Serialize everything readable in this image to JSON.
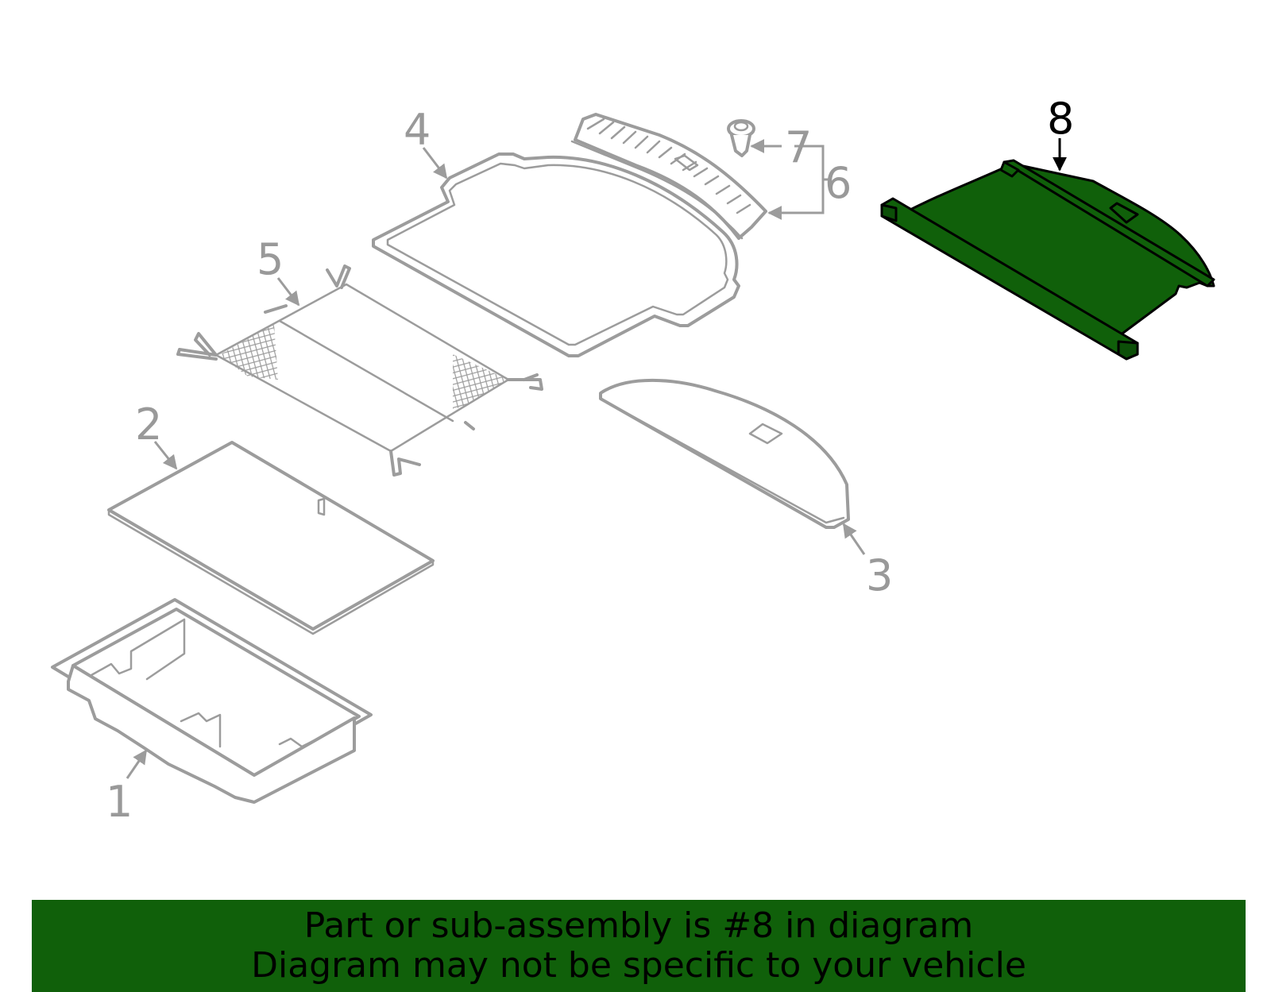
{
  "diagram": {
    "highlight_color": "#10600a",
    "part_line_color": "#9c9c9c",
    "callouts": {
      "c1": "1",
      "c2": "2",
      "c3": "3",
      "c4": "4",
      "c5": "5",
      "c6": "6",
      "c7": "7",
      "c8": "8"
    },
    "highlighted_part": "8"
  },
  "banner": {
    "line1": "Part or sub-assembly is #8 in diagram",
    "line2": "Diagram may not be specific to your vehicle",
    "background": "#10600a"
  }
}
